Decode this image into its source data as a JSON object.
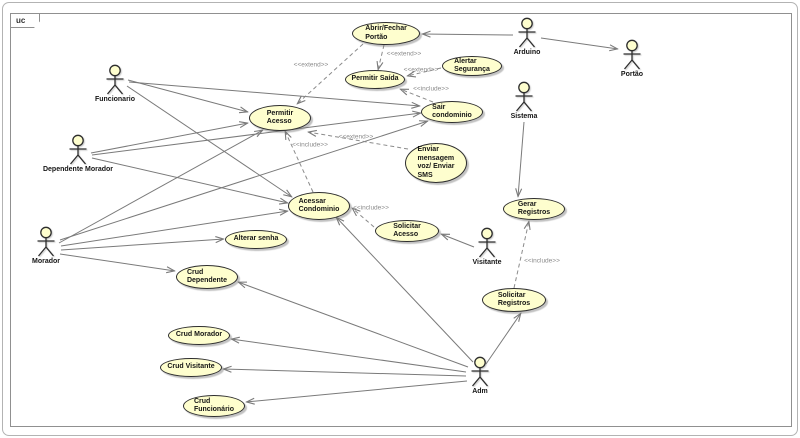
{
  "frame": {
    "tag": "uc"
  },
  "labels": {
    "extend": "<<extend>>",
    "include": "<<include>>"
  },
  "colors": {
    "usecase_fill": "#fefece",
    "usecase_border": "#2e2e2e",
    "line": "#7a7a7a",
    "stereotype_text": "#8b8b8b",
    "frame_border": "#909090"
  },
  "actors": [
    {
      "id": "funcionario",
      "label": "Funcionario"
    },
    {
      "id": "dependente-morador",
      "label": "Dependente Morador"
    },
    {
      "id": "morador",
      "label": "Morador"
    },
    {
      "id": "arduino",
      "label": "Arduino"
    },
    {
      "id": "portao",
      "label": "Portão"
    },
    {
      "id": "sistema",
      "label": "Sistema"
    },
    {
      "id": "visitante",
      "label": "Visitante"
    },
    {
      "id": "adm",
      "label": "Adm"
    }
  ],
  "usecases": [
    {
      "id": "abrir-fechar-portao",
      "label": "Abrir/Fechar\nPortão"
    },
    {
      "id": "alertar-seguranca",
      "label": "Alertar\nSegurança"
    },
    {
      "id": "permitir-saida",
      "label": "Permitir Saída"
    },
    {
      "id": "sair-condominio",
      "label": "Sair\ncondominio"
    },
    {
      "id": "permitir-acesso",
      "label": "Permitir\nAcesso"
    },
    {
      "id": "enviar-mensagem",
      "label": "Enviar\nmensagem\nvoz/ Enviar\nSMS"
    },
    {
      "id": "acessar-condominio",
      "label": "Acessar\nCondominio"
    },
    {
      "id": "solicitar-acesso",
      "label": "Solicitar\nAcesso"
    },
    {
      "id": "gerar-registros",
      "label": "Gerar\nRegistros"
    },
    {
      "id": "alterar-senha",
      "label": "Alterar senha"
    },
    {
      "id": "crud-dependente",
      "label": "Crud\nDependente"
    },
    {
      "id": "solicitar-registros",
      "label": "Solicitar\nRegistros"
    },
    {
      "id": "crud-morador",
      "label": "Crud Morador"
    },
    {
      "id": "crud-visitante",
      "label": "Crud Visitante"
    },
    {
      "id": "crud-funcionario",
      "label": "Crud\nFuncionário"
    }
  ],
  "relations": {
    "associations": [
      {
        "from": "Funcionario",
        "to": "Permitir Acesso"
      },
      {
        "from": "Funcionario",
        "to": "Sair condominio"
      },
      {
        "from": "Funcionario",
        "to": "Acessar Condominio"
      },
      {
        "from": "Dependente Morador",
        "to": "Permitir Acesso"
      },
      {
        "from": "Dependente Morador",
        "to": "Sair condominio"
      },
      {
        "from": "Dependente Morador",
        "to": "Acessar Condominio"
      },
      {
        "from": "Morador",
        "to": "Permitir Acesso"
      },
      {
        "from": "Morador",
        "to": "Sair condominio"
      },
      {
        "from": "Morador",
        "to": "Acessar Condominio"
      },
      {
        "from": "Morador",
        "to": "Alterar senha"
      },
      {
        "from": "Morador",
        "to": "Crud Dependente"
      },
      {
        "from": "Visitante",
        "to": "Solicitar Acesso"
      },
      {
        "from": "Sistema",
        "to": "Gerar Registros"
      },
      {
        "from": "Arduino",
        "to": "Abrir/Fechar Portão"
      },
      {
        "from": "Arduino",
        "to": "Portão"
      },
      {
        "from": "Adm",
        "to": "Solicitar Registros"
      },
      {
        "from": "Adm",
        "to": "Acessar Condominio"
      },
      {
        "from": "Adm",
        "to": "Crud Dependente"
      },
      {
        "from": "Adm",
        "to": "Crud Morador"
      },
      {
        "from": "Adm",
        "to": "Crud Visitante"
      },
      {
        "from": "Adm",
        "to": "Crud Funcionário"
      }
    ],
    "dependencies": [
      {
        "from": "Abrir/Fechar Portão",
        "to": "Permitir Saída",
        "stereotype": "extend"
      },
      {
        "from": "Abrir/Fechar Portão",
        "to": "Permitir Acesso",
        "stereotype": "extend"
      },
      {
        "from": "Alertar Segurança",
        "to": "Permitir Saída",
        "stereotype": "extend"
      },
      {
        "from": "Sair condominio",
        "to": "Permitir Saída",
        "stereotype": "include"
      },
      {
        "from": "Enviar mensagem voz/ Enviar SMS",
        "to": "Permitir Acesso",
        "stereotype": "extend"
      },
      {
        "from": "Acessar Condominio",
        "to": "Permitir Acesso",
        "stereotype": "include"
      },
      {
        "from": "Solicitar Acesso",
        "to": "Acessar Condominio",
        "stereotype": "include"
      },
      {
        "from": "Solicitar Registros",
        "to": "Gerar Registros",
        "stereotype": "include"
      }
    ]
  }
}
